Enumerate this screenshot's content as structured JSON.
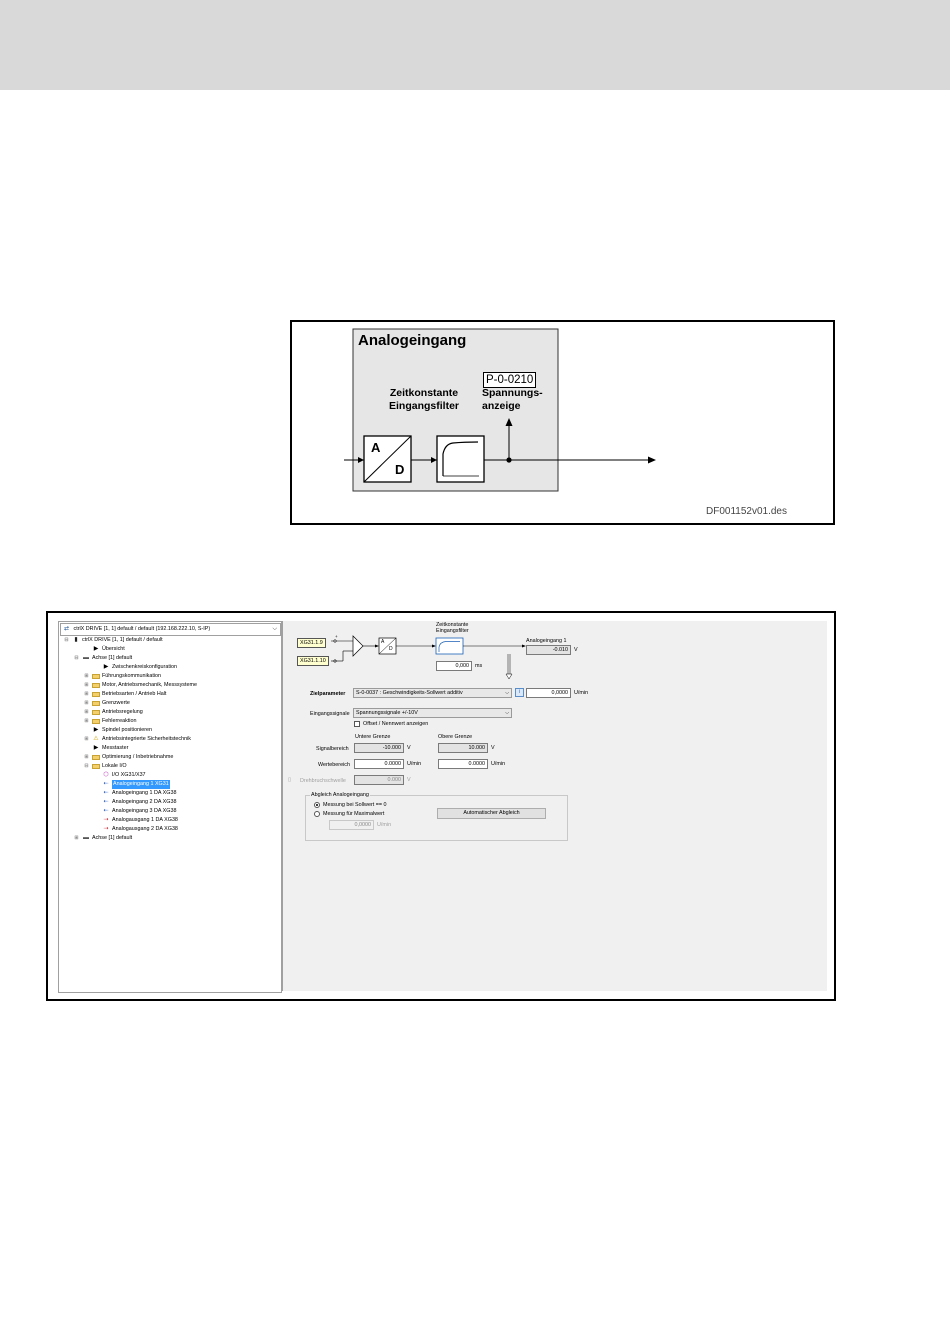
{
  "diagram": {
    "title": "Analogeingang",
    "filter_label_line1": "Zeitkonstante",
    "filter_label_line2": "Eingangsfilter",
    "param": "P-0-0210",
    "display_label_line1": "Spannungs-",
    "display_label_line2": "anzeige",
    "ad_a": "A",
    "ad_d": "D",
    "file_id": "DF001152v01.des"
  },
  "screen": {
    "device_dropdown": "ctrlX DRIVE [1, 1] default / default (192.168.222.10, S-IP)",
    "tree": [
      {
        "label": "ctrlX DRIVE [1, 1] default / default",
        "level": 0,
        "toggle": "⊟",
        "icon": "drive"
      },
      {
        "label": "Übersicht",
        "level": 2,
        "toggle": "",
        "icon": "arrow"
      },
      {
        "label": "Achse [1] default",
        "level": 1,
        "toggle": "⊟",
        "icon": "axis"
      },
      {
        "label": "Zwischenkreiskonfiguration",
        "level": 3,
        "toggle": "",
        "icon": "arrow"
      },
      {
        "label": "Führungskommunikation",
        "level": 2,
        "toggle": "⊞",
        "icon": "folder"
      },
      {
        "label": "Motor, Antriebsmechanik, Messsysteme",
        "level": 2,
        "toggle": "⊞",
        "icon": "folder"
      },
      {
        "label": "Betriebsarten / Antrieb Halt",
        "level": 2,
        "toggle": "⊞",
        "icon": "folder"
      },
      {
        "label": "Grenzwerte",
        "level": 2,
        "toggle": "⊞",
        "icon": "folder"
      },
      {
        "label": "Antriebsregelung",
        "level": 2,
        "toggle": "⊞",
        "icon": "folder"
      },
      {
        "label": "Fehlerreaktion",
        "level": 2,
        "toggle": "⊞",
        "icon": "folder"
      },
      {
        "label": "Spindel positionieren",
        "level": 2,
        "toggle": "",
        "icon": "arrow"
      },
      {
        "label": "Antriebsintegrierte Sicherheitstechnik",
        "level": 2,
        "toggle": "⊞",
        "icon": "safety"
      },
      {
        "label": "Messtaster",
        "level": 2,
        "toggle": "",
        "icon": "arrow"
      },
      {
        "label": "Optimierung / Inbetriebnahme",
        "level": 2,
        "toggle": "⊞",
        "icon": "folder"
      },
      {
        "label": "Lokale I/O",
        "level": 2,
        "toggle": "⊟",
        "icon": "folder"
      },
      {
        "label": "I/O XG31/X37",
        "level": 3,
        "toggle": "",
        "icon": "io"
      },
      {
        "label": "Analogeingang 1 XG31",
        "level": 3,
        "toggle": "",
        "icon": "ain",
        "selected": true
      },
      {
        "label": "Analogeingang 1 DA XG38",
        "level": 3,
        "toggle": "",
        "icon": "ain"
      },
      {
        "label": "Analogeingang 2 DA XG38",
        "level": 3,
        "toggle": "",
        "icon": "ain"
      },
      {
        "label": "Analogeingang 3 DA XG38",
        "level": 3,
        "toggle": "",
        "icon": "ain"
      },
      {
        "label": "Analogausgang 1 DA XG38",
        "level": 3,
        "toggle": "",
        "icon": "aout"
      },
      {
        "label": "Analogausgang 2 DA XG38",
        "level": 3,
        "toggle": "",
        "icon": "aout"
      },
      {
        "label": "Achse [1] default",
        "level": 1,
        "toggle": "⊞",
        "icon": "axis"
      }
    ],
    "panel": {
      "tag1": "XG31.1.9",
      "tag2": "XG31.1.10",
      "plus": "+",
      "minus": "-",
      "ad_a": "A",
      "ad_d": "D",
      "filter_label_1": "Zeitkonstante",
      "filter_label_2": "Eingangsfilter",
      "filter_value": "0,000",
      "filter_unit": "ms",
      "ain_label": "Analogeingang 1",
      "ain_value": "-0.010",
      "ain_unit": "V",
      "target_label": "Zielparameter",
      "target_value": "S-0-0037 : Geschwindigkeits-Sollwert additiv",
      "target_result": "0,0000",
      "target_unit": "U/min",
      "signal_label": "Eingangssignale",
      "signal_value": "Spannungssignale +/-10V",
      "offset_label": "Offset / Nennwert anzeigen",
      "lower_label": "Untere Grenze",
      "upper_label": "Obere Grenze",
      "range_label": "Signalbereich",
      "range_low": "-10.000",
      "range_low_unit": "V",
      "range_high": "10.000",
      "range_high_unit": "V",
      "value_label": "Wertebereich",
      "value_low": "0.0000",
      "value_low_unit": "U/min",
      "value_high": "0.0000",
      "value_high_unit": "U/min",
      "deadband_label": "Drehbruchschwelle",
      "deadband_value": "0.000",
      "deadband_unit": "V",
      "cal_group": "Abgleich Analogeingang",
      "cal_opt1": "Messung bei Sollwert == 0",
      "cal_opt2": "Messung für Maximalwert",
      "cal_button": "Automatischer Abgleich",
      "cal_value": "0,0000",
      "cal_unit": "U/min"
    }
  }
}
